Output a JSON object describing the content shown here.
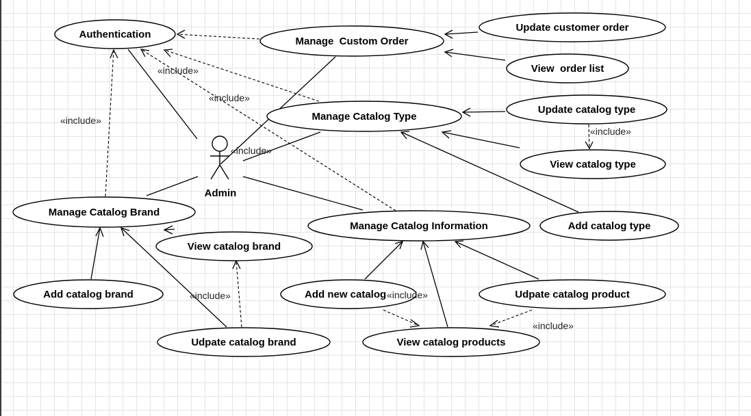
{
  "actor": {
    "name": "Admin"
  },
  "use_cases": {
    "authentication": "Authentication",
    "manage_custom_order": "Manage  Custom Order",
    "update_customer_order": "Update customer order",
    "view_order_list": "View  order list",
    "manage_catalog_type": "Manage Catalog Type",
    "update_catalog_type": "Update catalog type",
    "view_catalog_type": "View catalog type",
    "add_catalog_type": "Add catalog type",
    "manage_catalog_brand": "Manage Catalog Brand",
    "view_catalog_brand": "View catalog brand",
    "add_catalog_brand": "Add catalog brand",
    "update_catalog_brand": "Udpate catalog brand",
    "manage_catalog_information": "Manage Catalog Information",
    "add_new_catalog": "Add new catalog",
    "update_catalog_product": "Udpate catalog product",
    "view_catalog_products": "View catalog products"
  },
  "stereotype": "«include»"
}
